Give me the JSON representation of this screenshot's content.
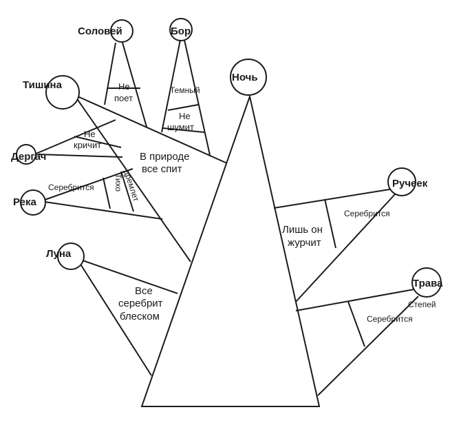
{
  "nodes": {
    "solovey": "Соловей",
    "bor": "Бор",
    "tishina": "Тишина",
    "noch": "Ночь",
    "dergach": "Дергач",
    "reka": "Река",
    "luna": "Луна",
    "rucheek": "Ручеек",
    "trava": "Трава"
  },
  "labels": {
    "ne_poet_1": "Не",
    "ne_poet_2": "поет",
    "temny": "Темный",
    "ne_shumit_1": "Не",
    "ne_shumit_2": "шумит",
    "ne_krichit_1": "Не",
    "ne_krichit_2": "кричит",
    "v_prirode_1": "В природе",
    "v_prirode_2": "все спит",
    "serebritsya_reka": "Серебрится",
    "tikho": "Тихо",
    "dremlet": "дремлет",
    "vse_serebrit_1": "Все",
    "vse_serebrit_2": "серебрит",
    "vse_serebrit_3": "блеском",
    "lish_on_1": "Лишь он",
    "lish_on_2": "журчит",
    "serebritsya_rucheek": "Серебрится",
    "stepey": "Степей",
    "serebritsya_trava": "Серебрится"
  }
}
